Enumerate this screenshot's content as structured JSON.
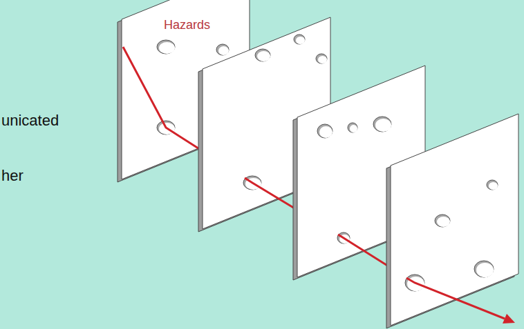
{
  "diagram": {
    "labels": [
      "Hazards",
      "unicated",
      "her"
    ]
  }
}
